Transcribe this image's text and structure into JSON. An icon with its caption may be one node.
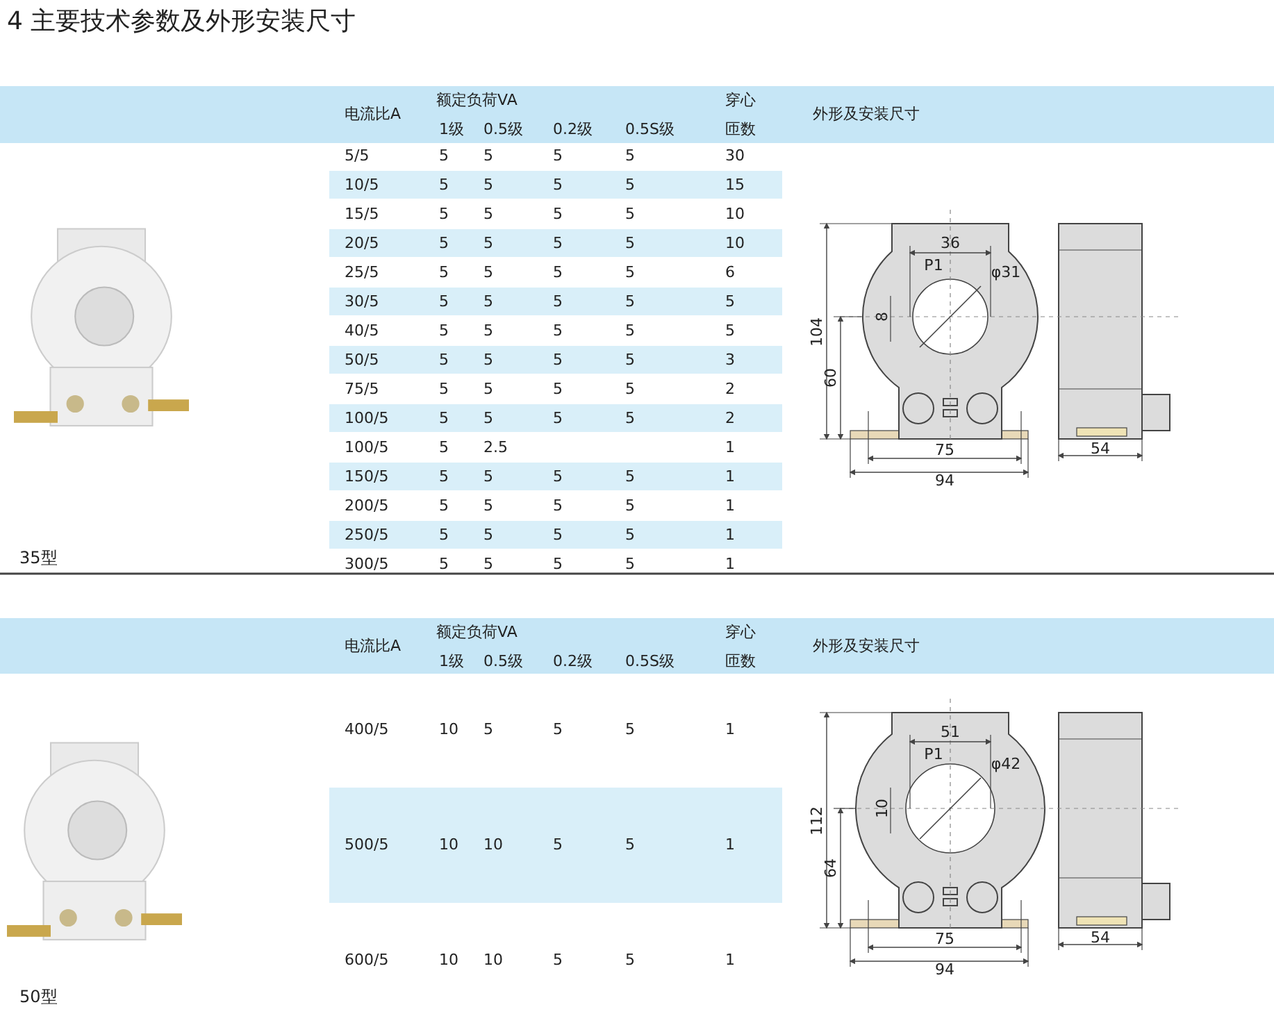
{
  "diagram": {
    "title": "4 主要技术参数及外形安装尺寸",
    "labels": [
      "电流比A",
      "额定负荷VA",
      "穿心",
      "外形及安装尺寸",
      "1级",
      "0.5级",
      "0.2级",
      "0.5S级",
      "匝数",
      "5/5",
      "5",
      "5",
      "5",
      "5",
      "30",
      "10/5",
      "5",
      "5",
      "5",
      "5",
      "15",
      "15/5",
      "5",
      "5",
      "5",
      "5",
      "10",
      "20/5",
      "5",
      "5",
      "5",
      "5",
      "10",
      "25/5",
      "5",
      "5",
      "5",
      "5",
      "6",
      "30/5",
      "5",
      "5",
      "5",
      "5",
      "5",
      "40/5",
      "5",
      "5",
      "5",
      "5",
      "5",
      "50/5",
      "5",
      "5",
      "5",
      "5",
      "3",
      "75/5",
      "5",
      "5",
      "5",
      "5",
      "2",
      "100/5",
      "5",
      "5",
      "5",
      "5",
      "2",
      "100/5",
      "5",
      "2.5",
      "1",
      "150/5",
      "5",
      "5",
      "5",
      "5",
      "1",
      "200/5",
      "5",
      "5",
      "5",
      "5",
      "1",
      "250/5",
      "5",
      "5",
      "5",
      "5",
      "1",
      "300/5",
      "5",
      "5",
      "5",
      "5",
      "1",
      "36",
      "P1",
      "φ31",
      "8",
      "104",
      "60",
      "75",
      "94",
      "54",
      "35型",
      "电流比A",
      "额定负荷VA",
      "穿心",
      "外形及安装尺寸",
      "1级",
      "0.5级",
      "0.2级",
      "0.5S级",
      "匝数",
      "400/5",
      "10",
      "5",
      "5",
      "5",
      "1",
      "500/5",
      "10",
      "10",
      "5",
      "5",
      "1",
      "600/5",
      "10",
      "10",
      "5",
      "5",
      "1",
      "51",
      "P1",
      "φ42",
      "10",
      "112",
      "64",
      "75",
      "94",
      "54",
      "50型"
    ]
  }
}
